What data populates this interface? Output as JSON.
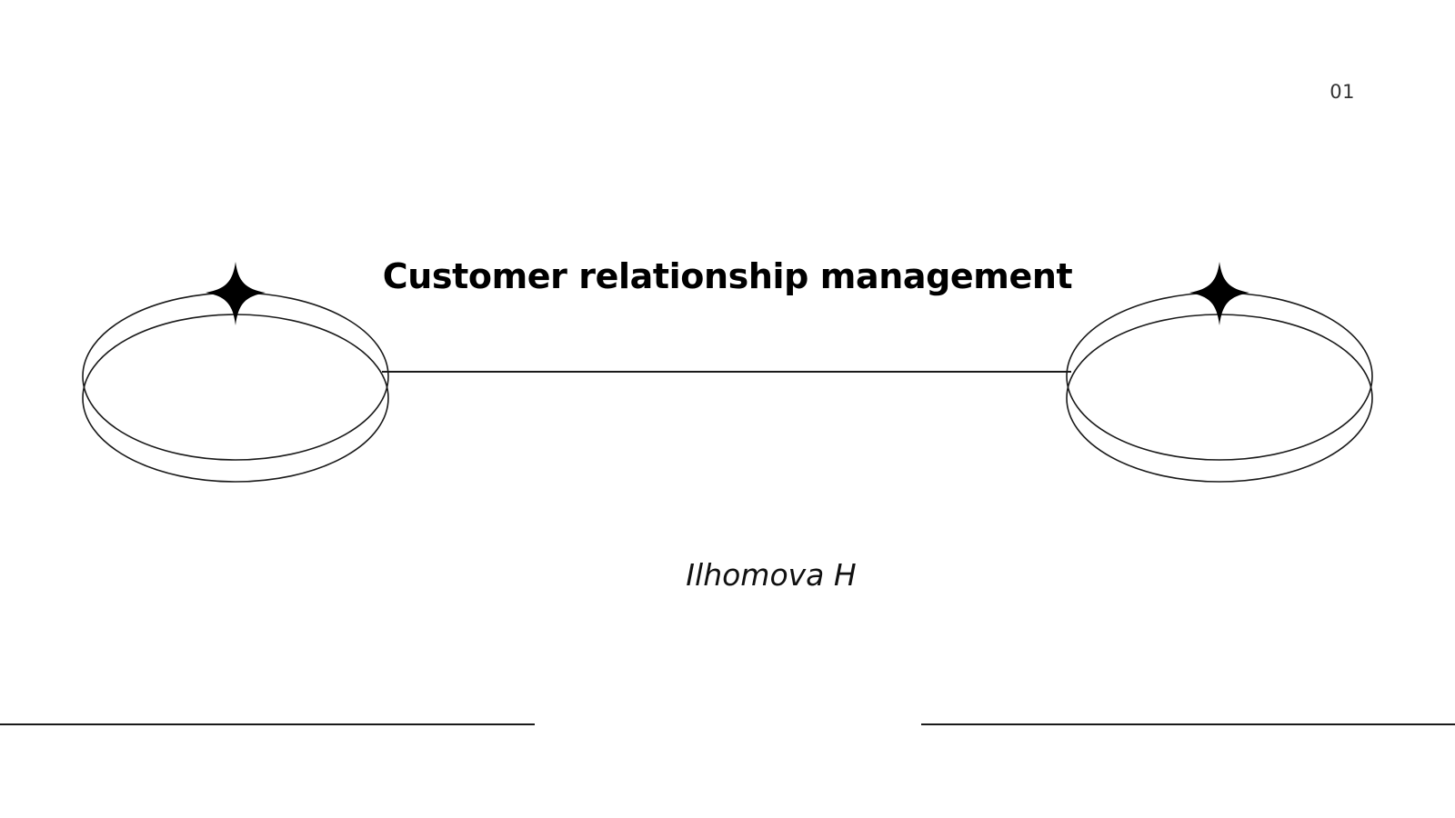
{
  "slide": {
    "page_number": "01",
    "title": "Customer relationship management",
    "subtitle": "Ilhomova H"
  },
  "icons": {
    "left_ring": "orbit-ring-icon",
    "right_ring": "orbit-ring-icon",
    "left_star": "four-point-star-icon",
    "right_star": "four-point-star-icon"
  },
  "colors": {
    "background": "#ffffff",
    "ink": "#000000",
    "line": "#1a1a1a"
  }
}
